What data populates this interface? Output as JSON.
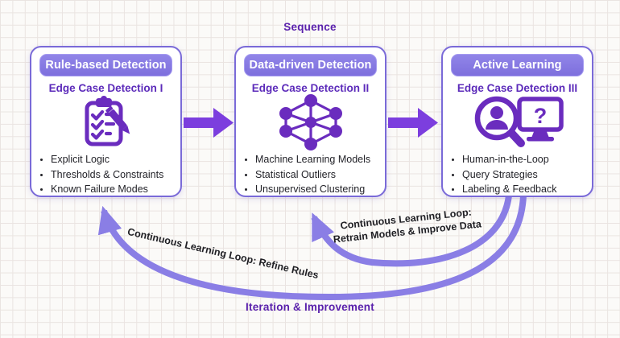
{
  "labels": {
    "top": "Sequence",
    "bottom": "Iteration & Improvement"
  },
  "cards": [
    {
      "header": "Rule-based Detection",
      "subtitle": "Edge Case Detection I",
      "icon": "clipboard-checklist-icon",
      "bullets": [
        "Explicit Logic",
        "Thresholds & Constraints",
        "Known Failure Modes"
      ]
    },
    {
      "header": "Data-driven Detection",
      "subtitle": "Edge Case Detection II",
      "icon": "neural-network-icon",
      "bullets": [
        "Machine Learning Models",
        "Statistical Outliers",
        "Unsupervised Clustering"
      ]
    },
    {
      "header": "Active Learning",
      "subtitle": "Edge Case Detection III",
      "icon": "magnifier-person-monitor-icon",
      "bullets": [
        "Human-in-the-Loop",
        "Query Strategies",
        "Labeling & Feedback"
      ]
    }
  ],
  "loop_labels": {
    "retrain_line1": "Continuous Learning Loop:",
    "retrain_line2": "Retrain Models & Improve Data",
    "refine": "Continuous Learning Loop: Refine Rules"
  },
  "colors": {
    "sequence_arrow": "#7c3ede",
    "pill_background": "#877ae2",
    "card_border": "#7a6ad8",
    "subtitle_text": "#5c2bba",
    "icon_purple": "#6a2cbe",
    "loop_arc": "#8a7ee5",
    "heading_text": "#5a21ac"
  }
}
